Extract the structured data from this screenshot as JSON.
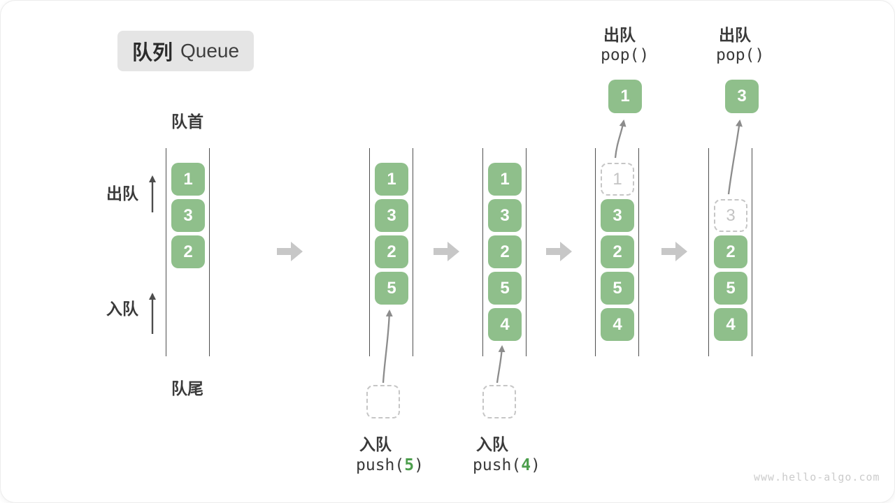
{
  "title": {
    "zh": "队列",
    "en": "Queue"
  },
  "labels": {
    "front": "队首",
    "rear": "队尾",
    "dequeue": "出队",
    "enqueue": "入队"
  },
  "colors": {
    "box_green": "#8FBF8B",
    "code_green": "#4C9E4C",
    "ghost_gray": "#C6C6C6",
    "flow_arrow_gray": "#C7C7C7",
    "rail_dark": "#4F4F4F",
    "text_dark": "#3A3A3A",
    "title_bg": "#E5E5E5"
  },
  "states": [
    {
      "slots": {
        "s1": "1",
        "s2": "3",
        "s3": "2"
      }
    },
    {
      "slots": {
        "s1": "1",
        "s2": "3",
        "s3": "2",
        "s4": "5"
      },
      "incoming": "5",
      "op_label": "入队",
      "code_pre": "push(",
      "code_arg": "5",
      "code_post": ")"
    },
    {
      "slots": {
        "s1": "1",
        "s2": "3",
        "s3": "2",
        "s4": "5",
        "s5": "4"
      },
      "incoming": "4",
      "op_label": "入队",
      "code_pre": "push(",
      "code_arg": "4",
      "code_post": ")"
    },
    {
      "ghost": "1",
      "slots": {
        "s2": "3",
        "s3": "2",
        "s4": "5",
        "s5": "4"
      },
      "popped": "1",
      "op_label": "出队",
      "code": "pop()"
    },
    {
      "ghost": "3",
      "slots": {
        "s3": "2",
        "s4": "5",
        "s5": "4"
      },
      "popped": "3",
      "op_label": "出队",
      "code": "pop()"
    }
  ],
  "watermark": "www.hello-algo.com"
}
